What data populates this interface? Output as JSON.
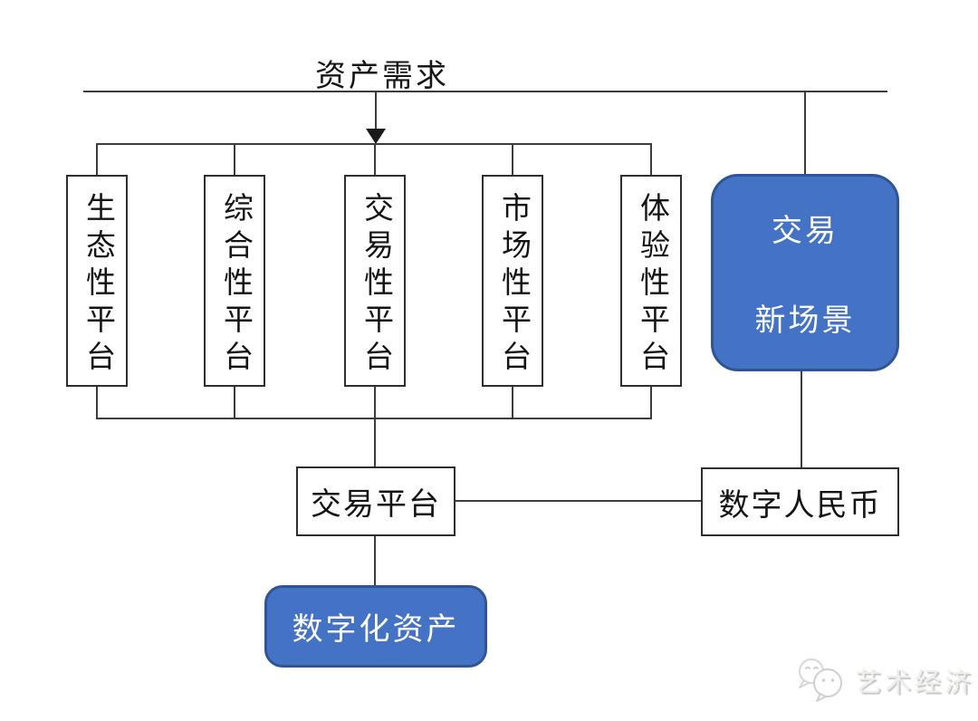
{
  "diagram": {
    "title": "资产需求",
    "platforms": [
      {
        "label": "生态性平台"
      },
      {
        "label": "综合性平台"
      },
      {
        "label": "交易性平台"
      },
      {
        "label": "市场性平台"
      },
      {
        "label": "体验性平台"
      }
    ],
    "nodes": {
      "trade_new_scene": {
        "label_line1": "交易",
        "label_line2": "新场景"
      },
      "trading_platform": {
        "label": "交易平台"
      },
      "digital_rmb": {
        "label": "数字人民币"
      },
      "digital_assets": {
        "label": "数字化资产"
      }
    },
    "colors": {
      "blue_fill": "#4472c4",
      "blue_border": "#2f5597",
      "line": "#3c3c3c",
      "box_border": "#2e2e2e",
      "text_dark": "#141414",
      "text_light": "#ffffff"
    }
  },
  "watermark": {
    "icon": "wechat-logo-icon",
    "text": "艺术经济"
  }
}
